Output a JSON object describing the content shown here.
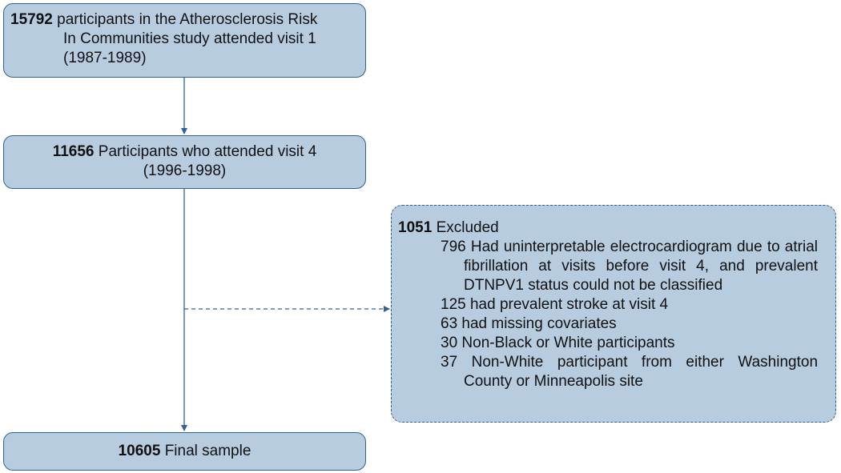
{
  "box1": {
    "count": "15792",
    "text_line1": "participants in the Atherosclerosis Risk",
    "text_line2": "In Communities study attended visit 1",
    "text_line3": "(1987-1989)"
  },
  "box2": {
    "count": "11656",
    "text_line1": "Participants who attended visit 4",
    "text_line2": "(1996-1998)"
  },
  "excluded": {
    "count": "1051",
    "label": "Excluded",
    "items": [
      {
        "count": "796",
        "text": "Had uninterpretable electrocardiogram due to atrial fibrillation at visits before visit 4, and prevalent DTNPV1 status could not be classified"
      },
      {
        "count": "125",
        "text": "had prevalent stroke at visit 4"
      },
      {
        "count": "63",
        "text": "had missing covariates"
      },
      {
        "count": "30",
        "text": "Non-Black or White participants"
      },
      {
        "count": "37",
        "text": "Non-White participant from either Washington County or Minneapolis site"
      }
    ]
  },
  "final": {
    "count": "10605",
    "label": "Final sample"
  },
  "colors": {
    "box_fill": "#b8cce0",
    "box_border": "#34608e",
    "arrow": "#34608e"
  }
}
